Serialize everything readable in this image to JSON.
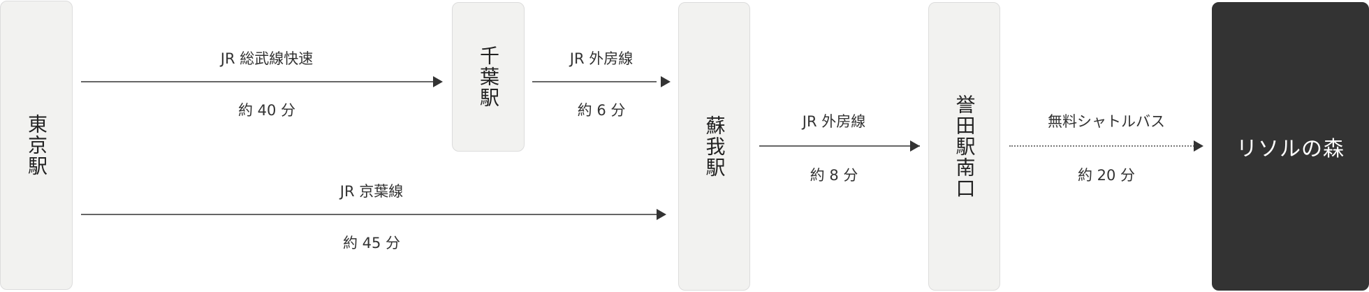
{
  "stations": {
    "tokyo": "東京駅",
    "chiba": "千葉駅",
    "soga": "蘇我駅",
    "honda": "誉田駅南口",
    "destination": "リソルの森"
  },
  "routes": [
    {
      "line": "JR 総武線快速",
      "time": "約 40 分"
    },
    {
      "line": "JR 外房線",
      "time": "約 6 分"
    },
    {
      "line": "JR 京葉線",
      "time": "約 45 分"
    },
    {
      "line": "JR 外房線",
      "time": "約 8 分"
    },
    {
      "line": "無料シャトルバス",
      "time": "約 20 分"
    }
  ],
  "colors": {
    "station_bg": "#f2f2f0",
    "destination_bg": "#333333",
    "arrow": "#333333"
  }
}
